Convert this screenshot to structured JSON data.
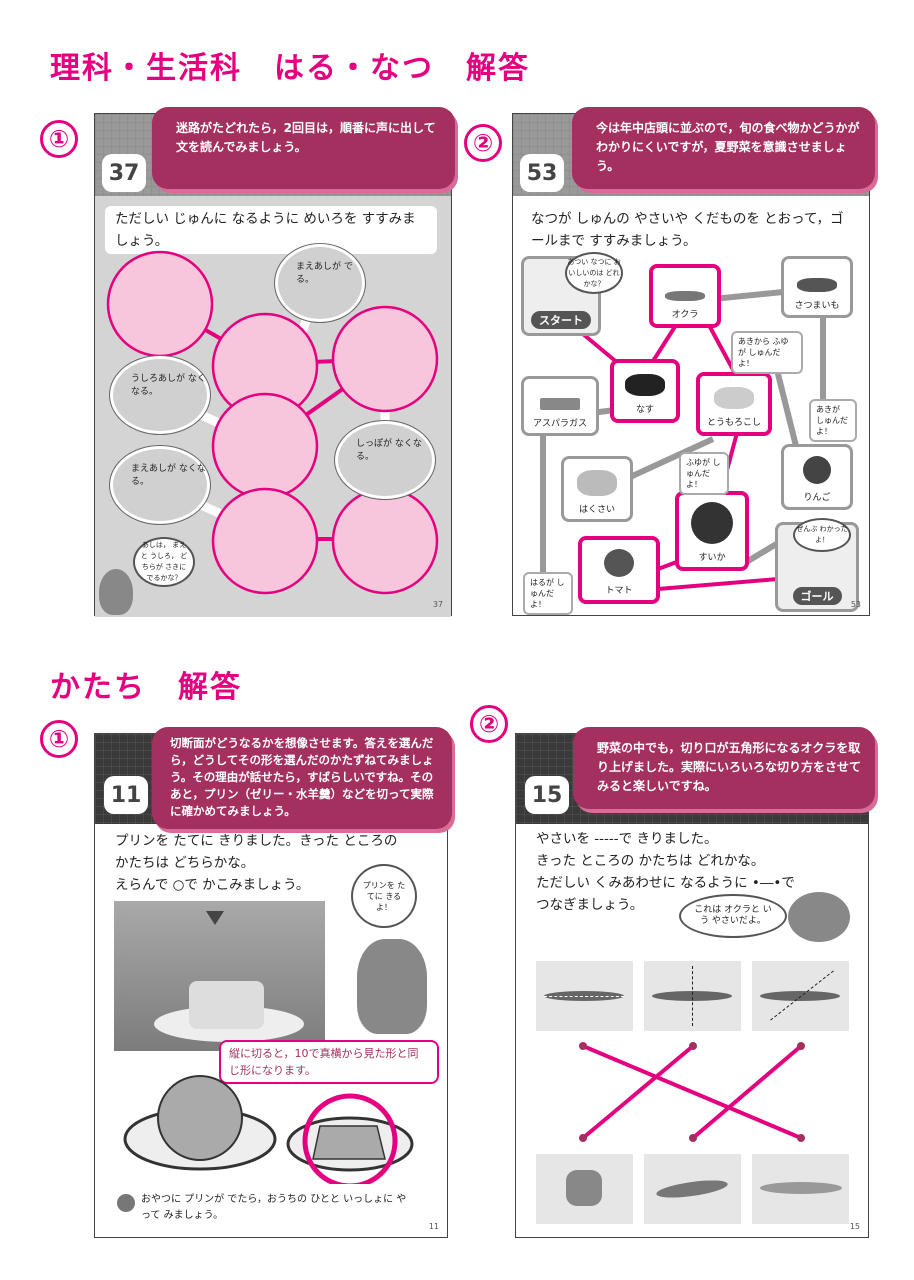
{
  "section1": {
    "title": "理科・生活科　はる・なつ　解答",
    "q1": "①",
    "q2": "②"
  },
  "page37": {
    "number": "37",
    "callout": "迷路がたどれたら，2回目は，順番に声に出して文を読んでみましょう。",
    "instruction": "ただしい じゅんに なるように めいろを すすみましょう。",
    "bubbles": [
      "まえあしが でる。",
      "うしろあしが なくなる。",
      "しっぽが なくなる。",
      "まえあしが なくなる。"
    ],
    "rabbit": "あしは， まえと うしろ， どちらが さきに でるかな？",
    "page_no": "37"
  },
  "page53": {
    "number": "53",
    "callout": "今は年中店頭に並ぶので，旬の食べ物かどうかがわかりにくいですが，夏野菜を意識させましょう。",
    "instruction": "なつが しゅんの やさいや くだものを とおって，ゴールまで すすみましょう。",
    "start": "スタート",
    "goal": "ゴール",
    "start_bubble": "あつい なつに おいしいのは どれかな？",
    "goal_bubble": "ぜんぶ わかったよ！",
    "items": {
      "okra": "オクラ",
      "satsumaimo": "さつまいも",
      "nasu": "なす",
      "asparagus": "アスパラガス",
      "corn": "とうもろこし",
      "hakusai": "はくさい",
      "ringo": "りんご",
      "suika": "すいか",
      "tomato": "トマト"
    },
    "notes": {
      "aki_fuyu": "あきから ふゆが しゅんだよ！",
      "aki": "あきが しゅんだよ！",
      "fuyu": "ふゆが しゅんだよ！",
      "haru": "はるが しゅんだよ！"
    },
    "page_no": "53"
  },
  "section2": {
    "title": "かたち　解答",
    "q1": "①",
    "q2": "②"
  },
  "page11": {
    "number": "11",
    "callout": "切断面がどうなるかを想像させます。答えを選んだら，どうしてその形を選んだのかたずねてみましょう。その理由が話せたら，すばらしいですね。そのあと，プリン（ゼリー・水羊羹）などを切って実際に確かめてみましょう。",
    "instruction": [
      "プリンを たてに きりました。きった ところの",
      "かたちは どちらかな。",
      "えらんで ○で かこみましょう。"
    ],
    "rabbit": "プリンを たてに きるよ！",
    "note": "縦に切ると，10で真横から見た形と同じ形になります。",
    "footer": "おやつに プリンが でたら，おうちの ひとと いっしょに やって みましょう。",
    "page_no": "11"
  },
  "page15": {
    "number": "15",
    "callout": "野菜の中でも，切り口が五角形になるオクラを取り上げました。実際にいろいろな切り方をさせてみると楽しいですね。",
    "instruction": [
      "やさいを -----で きりました。",
      "きった ところの かたちは どれかな。",
      "ただしい くみあわせに なるように •―•で",
      "つなぎましょう。"
    ],
    "mouse": "これは オクラと いう やさいだよ。",
    "page_no": "15"
  }
}
